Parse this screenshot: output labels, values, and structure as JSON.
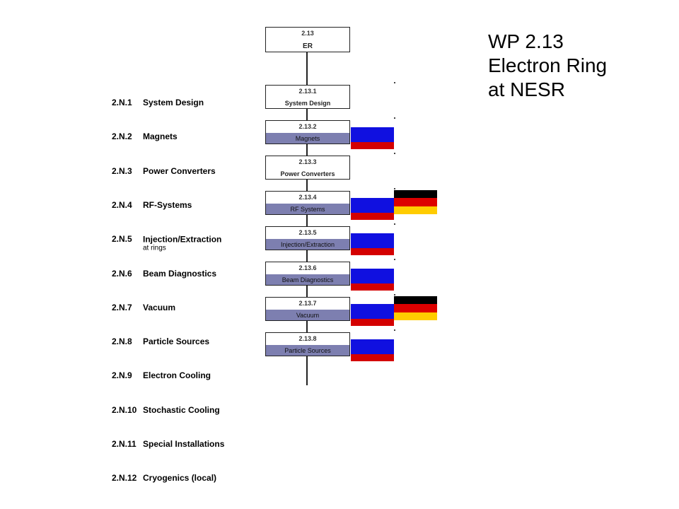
{
  "title": {
    "line1": "WP 2.13",
    "line2": "Electron Ring",
    "line3": "at NESR"
  },
  "root": {
    "code": "2.13",
    "name": "ER"
  },
  "work_packages": [
    {
      "code": "2.N.1",
      "label": "System Design"
    },
    {
      "code": "2.N.2",
      "label": "Magnets"
    },
    {
      "code": "2.N.3",
      "label": "Power Converters"
    },
    {
      "code": "2.N.4",
      "label": "RF-Systems"
    },
    {
      "code": "2.N.5",
      "label": "Injection/Extraction",
      "sub": "at rings"
    },
    {
      "code": "2.N.6",
      "label": "Beam Diagnostics"
    },
    {
      "code": "2.N.7",
      "label": "Vacuum"
    },
    {
      "code": "2.N.8",
      "label": "Particle Sources"
    },
    {
      "code": "2.N.9",
      "label": "Electron Cooling"
    },
    {
      "code": "2.N.10",
      "label": "Stochastic Cooling"
    },
    {
      "code": "2.N.11",
      "label": "Special Installations"
    },
    {
      "code": "2.N.12",
      "label": "Cryogenics (local)"
    }
  ],
  "er_boxes": [
    {
      "code": "2.13.1",
      "name": "System Design",
      "shaded": false,
      "flags": []
    },
    {
      "code": "2.13.2",
      "name": "Magnets",
      "shaded": true,
      "flags": [
        "russia"
      ]
    },
    {
      "code": "2.13.3",
      "name": "Power Converters",
      "shaded": false,
      "flags": []
    },
    {
      "code": "2.13.4",
      "name": "RF Systems",
      "shaded": true,
      "flags": [
        "russia",
        "germany"
      ]
    },
    {
      "code": "2.13.5",
      "name": "Injection/Extraction",
      "shaded": true,
      "flags": [
        "russia"
      ]
    },
    {
      "code": "2.13.6",
      "name": "Beam Diagnostics",
      "shaded": true,
      "flags": [
        "russia"
      ]
    },
    {
      "code": "2.13.7",
      "name": "Vacuum",
      "shaded": true,
      "flags": [
        "russia",
        "germany"
      ]
    },
    {
      "code": "2.13.8",
      "name": "Particle Sources",
      "shaded": true,
      "flags": [
        "russia"
      ]
    }
  ],
  "colors": {
    "band": "#7d7fb0",
    "russia": [
      "#1010e0",
      "#1010e0",
      "#d40000"
    ],
    "germany": [
      "#000000",
      "#dd0000",
      "#ffcc00"
    ]
  }
}
